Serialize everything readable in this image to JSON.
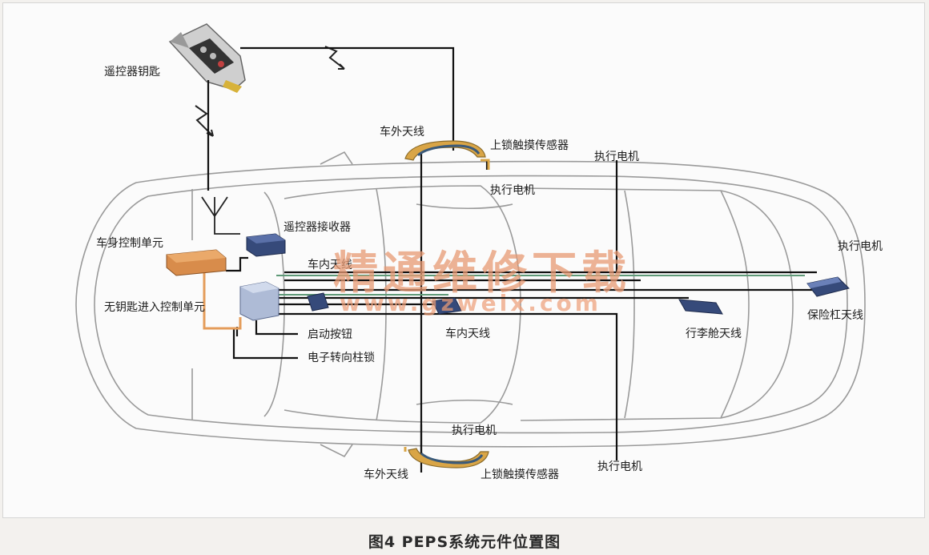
{
  "labels": {
    "remote_key": "遥控器钥匙",
    "outer_antenna_top": "车外天线",
    "lock_sensor_top": "上锁触摸传感器",
    "motor_top_right": "执行电机",
    "motor_top_door": "执行电机",
    "receiver": "遥控器接收器",
    "bcm": "车身控制单元",
    "inner_antenna_front": "车内天线",
    "keyless_unit": "无钥匙进入控制单元",
    "start_button": "启动按钮",
    "inner_antenna_mid": "车内天线",
    "steering_lock": "电子转向柱锁",
    "motor_right": "执行电机",
    "bumper_antenna": "保险杠天线",
    "trunk_antenna": "行李舱天线",
    "motor_bottom_door": "执行电机",
    "outer_antenna_bottom": "车外天线",
    "lock_sensor_bottom": "上锁触摸传感器",
    "motor_bottom_right": "执行电机"
  },
  "watermark": {
    "cn": "精通维修下载",
    "url": "www.gzweix.com"
  },
  "caption": "图4   PEPS系统元件位置图",
  "colors": {
    "wire": "#111111",
    "orange_wire": "#e49c5a",
    "green_wire": "#5f9a78",
    "module": "#364a7a"
  }
}
